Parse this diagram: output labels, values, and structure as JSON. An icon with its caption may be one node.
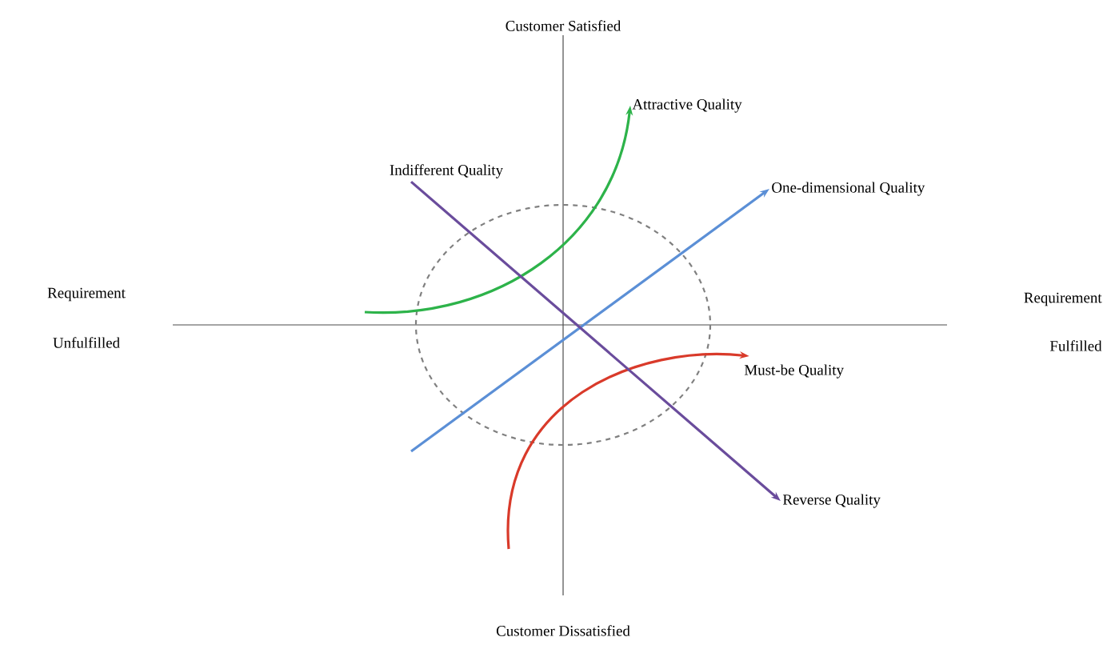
{
  "diagram": {
    "nodes": [
      {
        "text": [
          "Attractive Quality"
        ]
      },
      {
        "text": [
          "Indifferent Quality"
        ]
      },
      {
        "text": [
          "One-dimensional Quality"
        ]
      },
      {
        "text": [
          "Must-be Quality"
        ]
      },
      {
        "text": [
          "Reverse Quality"
        ]
      }
    ],
    "edges": [
      {
        "from": null,
        "to": 0,
        "arrow": "to",
        "color": "#2db34a"
      },
      {
        "from": null,
        "to": 2,
        "arrow": "to",
        "color": "#5b8fd6"
      },
      {
        "from": null,
        "to": 3,
        "arrow": "to",
        "color": "#d93a2a"
      },
      {
        "from": 1,
        "to": 4,
        "arrow": "to",
        "color": "#6a4c9c"
      }
    ],
    "labels": [
      "Customer Satisfied",
      "Requirement",
      "Requirement",
      "Unfulfilled",
      "Fulfilled",
      "Customer Dissatisfied"
    ]
  }
}
